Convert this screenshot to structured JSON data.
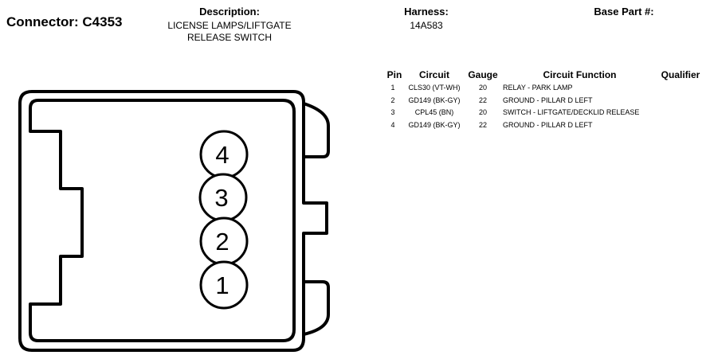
{
  "connector": {
    "label": "Connector: C4353"
  },
  "description": {
    "label": "Description:",
    "lines": [
      "LICENSE LAMPS/LIFTGATE",
      "RELEASE SWITCH"
    ]
  },
  "harness": {
    "label": "Harness:",
    "value": "14A583"
  },
  "base_part": {
    "label": "Base Part #:",
    "value": ""
  },
  "table": {
    "headers": {
      "pin": "Pin",
      "circuit": "Circuit",
      "gauge": "Gauge",
      "function": "Circuit Function",
      "qualifier": "Qualifier"
    },
    "rows": [
      {
        "pin": "1",
        "circuit": "CLS30 (VT-WH)",
        "gauge": "20",
        "function": "RELAY - PARK LAMP",
        "qualifier": ""
      },
      {
        "pin": "2",
        "circuit": "GD149 (BK-GY)",
        "gauge": "22",
        "function": "GROUND - PILLAR D LEFT",
        "qualifier": ""
      },
      {
        "pin": "3",
        "circuit": "CPL45 (BN)",
        "gauge": "20",
        "function": "SWITCH - LIFTGATE/DECKLID RELEASE",
        "qualifier": ""
      },
      {
        "pin": "4",
        "circuit": "GD149 (BK-GY)",
        "gauge": "22",
        "function": "GROUND - PILLAR D LEFT",
        "qualifier": ""
      }
    ]
  },
  "cavities": [
    "4",
    "3",
    "2",
    "1"
  ]
}
